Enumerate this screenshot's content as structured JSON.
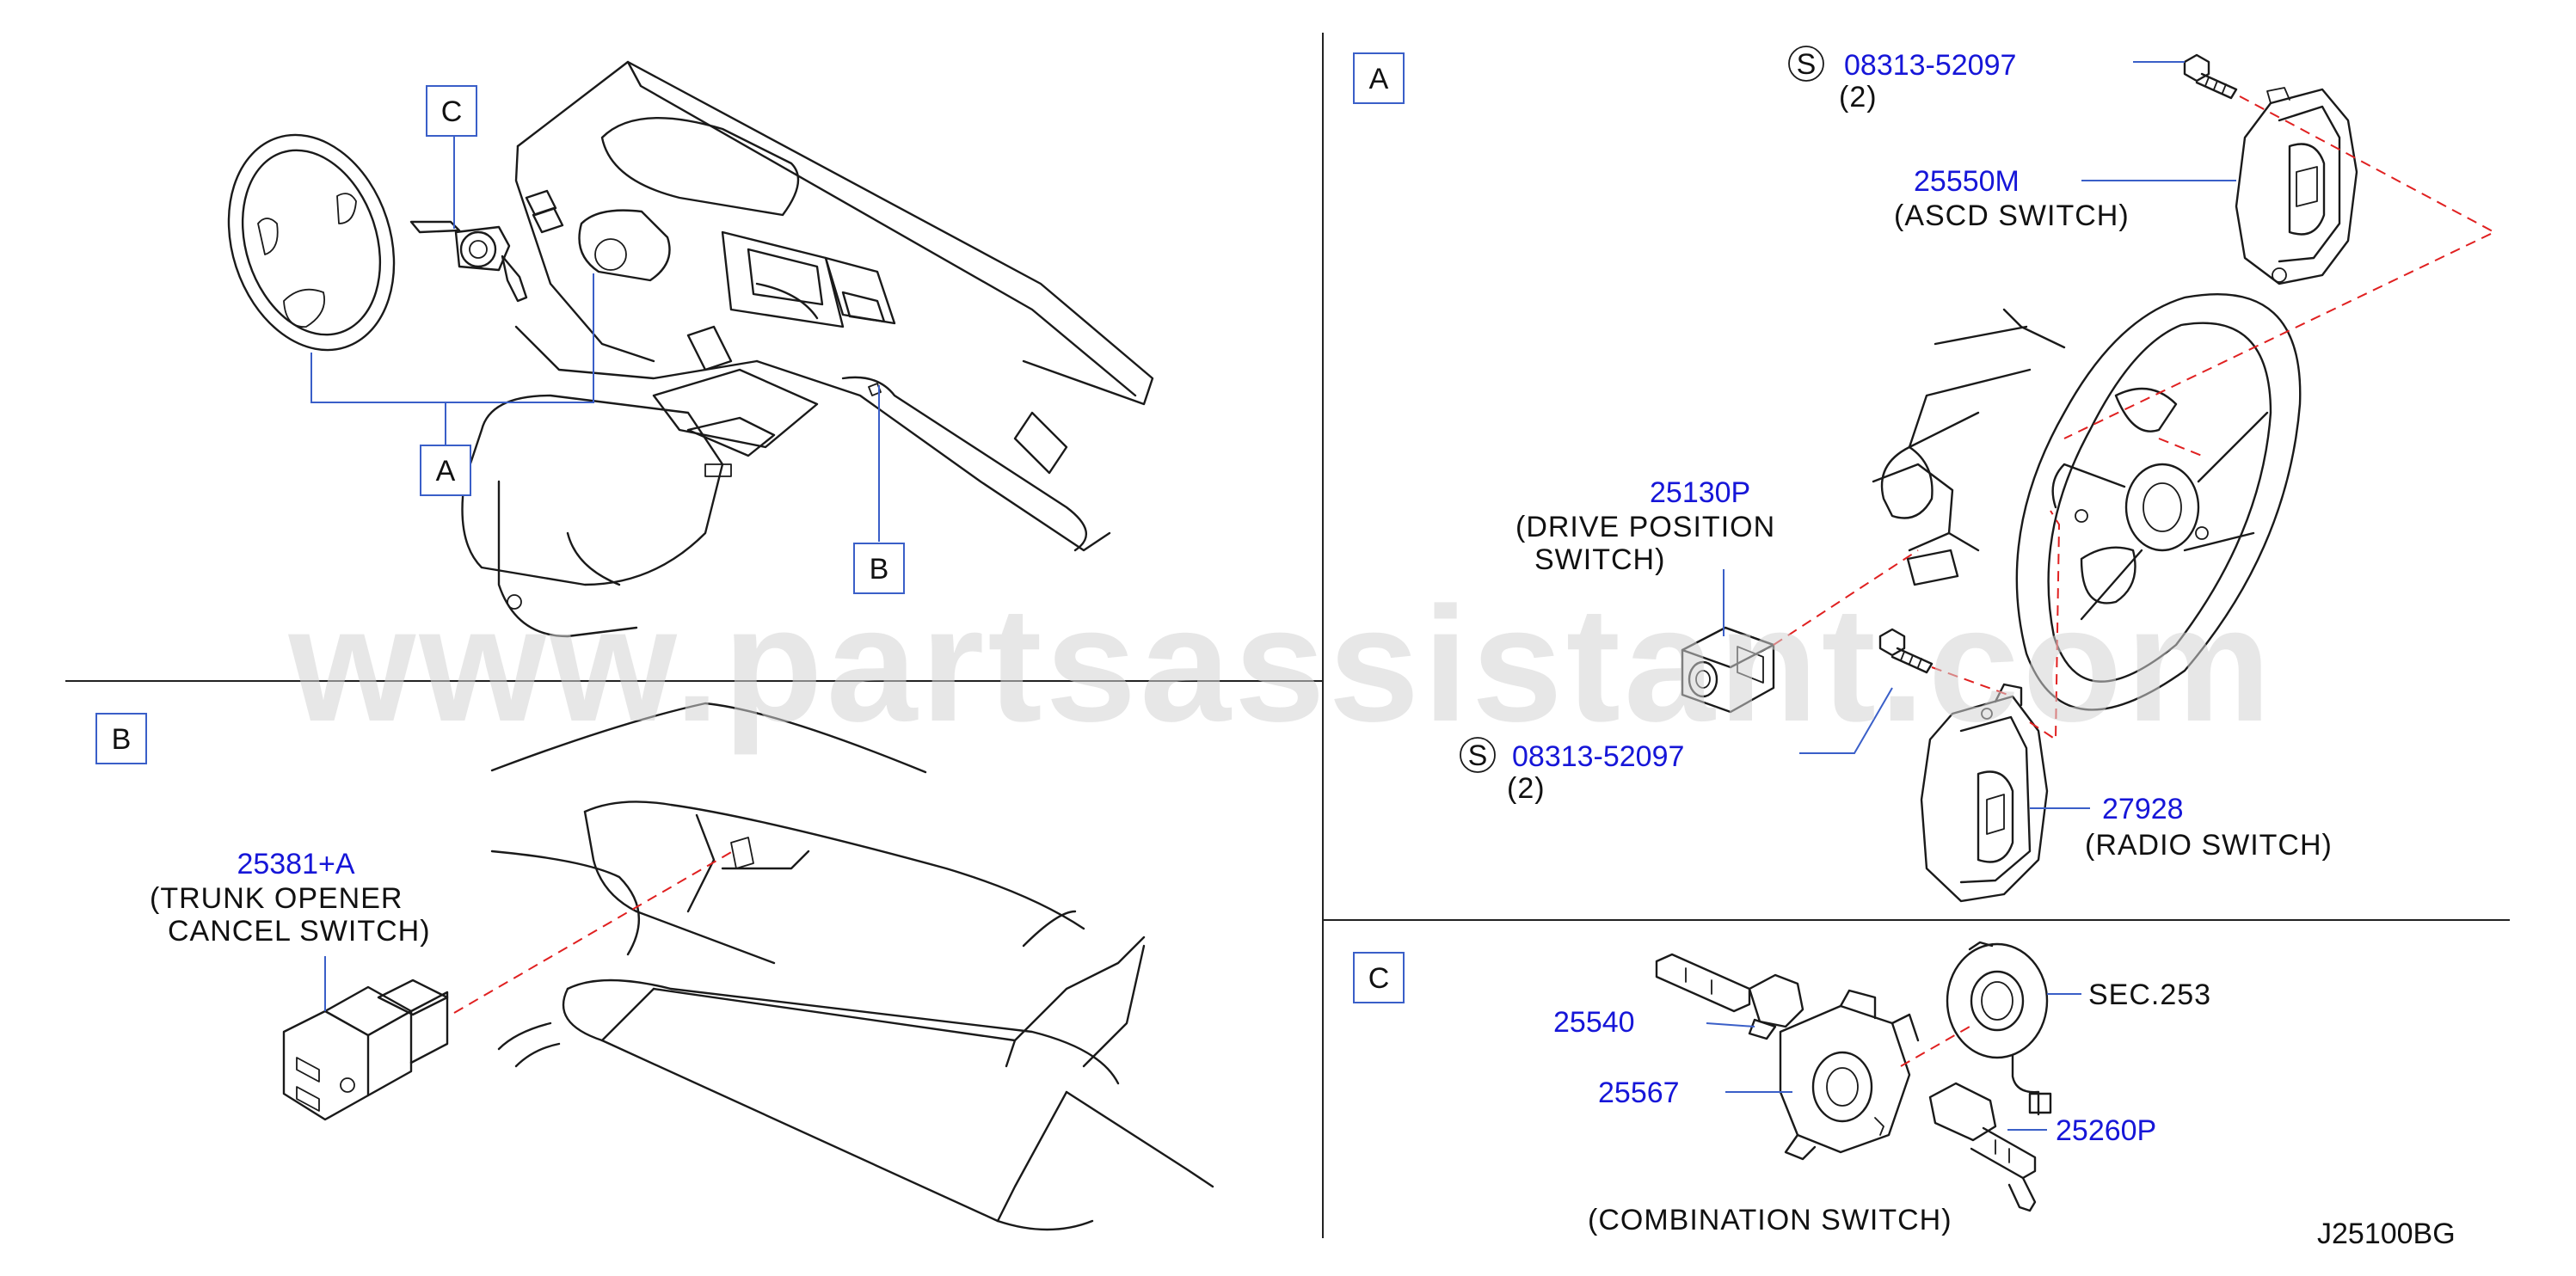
{
  "watermark": "www.partsassistant.com",
  "diagram_code": "J25100BG",
  "overview": {
    "callout_a": "A",
    "callout_b": "B",
    "callout_c": "C"
  },
  "section_a": {
    "letter": "A",
    "screw_symbol": "S",
    "screw_top_part": "08313-52097",
    "screw_top_qty": "(2)",
    "ascd_part": "25550M",
    "ascd_name": "(ASCD   SWITCH)",
    "drive_part": "25130P",
    "drive_name_1": "(DRIVE   POSITION",
    "drive_name_2": "SWITCH)",
    "screw_bottom_part": "08313-52097",
    "screw_bottom_qty": "(2)",
    "radio_part": "27928",
    "radio_name": "(RADIO   SWITCH)"
  },
  "section_b": {
    "letter": "B",
    "trunk_part": "25381+A",
    "trunk_name_1": "(TRUNK   OPENER",
    "trunk_name_2": "CANCEL   SWITCH)"
  },
  "section_c": {
    "letter": "C",
    "part_1": "25540",
    "part_2": "25567",
    "sec_ref": "SEC.253",
    "part_3": "25260P",
    "assembly_name": "(COMBINATION   SWITCH)"
  },
  "colors": {
    "part_number": "#1616d8",
    "leader_line": "#3a5fc8",
    "dashed_line": "#e02020"
  }
}
